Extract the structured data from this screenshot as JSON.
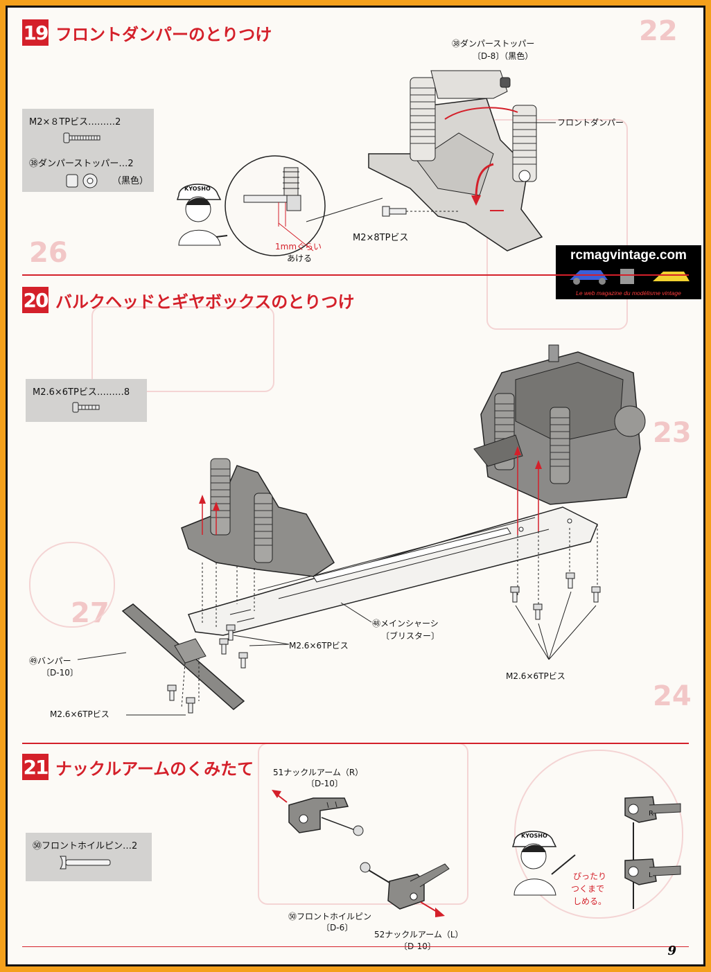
{
  "steps": [
    {
      "number": "19",
      "title": "フロントダンパーのとりつけ"
    },
    {
      "number": "20",
      "title": "バルクヘッドとギヤボックスのとりつけ"
    },
    {
      "number": "21",
      "title": "ナックルアームのくみたて"
    }
  ],
  "parts": {
    "step19": [
      {
        "text": "M2×８TPビス………2"
      },
      {
        "text": "㊳ダンパーストッパー…2",
        "note": "（黒色）"
      }
    ],
    "step20": [
      {
        "text": "M2.6×6TPビス………8"
      }
    ],
    "step21": [
      {
        "text": "㊿フロントホイルピン…2"
      }
    ]
  },
  "labels": {
    "step19": {
      "stopper": "㊳ダンパーストッパー",
      "stopper_ref": "〔D-8〕（黒色）",
      "front_damper": "フロントダンパー",
      "screw": "M2×8TPビス",
      "gap1": "1mmぐらい",
      "gap2": "あける"
    },
    "step20": {
      "main_chassis": "㊽メインシャーシ",
      "main_chassis_ref": "〔ブリスター〕",
      "screw_center": "M2.6×6TPビス",
      "bumper": "㊾バンパー",
      "bumper_ref": "〔D-10〕",
      "screw_left": "M2.6×6TPビス",
      "screw_right": "M2.6×6TPビス"
    },
    "step21": {
      "knuckle_r": "51ナックルアーム（R）",
      "knuckle_r_ref": "〔D-10〕",
      "wheel_pin": "㊿フロントホイルピン",
      "wheel_pin_ref": "〔D-6〕",
      "knuckle_l": "52ナックルアーム（L）",
      "knuckle_l_ref": "〔D-10〕",
      "tip1": "ぴったり",
      "tip2": "つくまで",
      "tip3": "しめる。",
      "mark_r": "R",
      "mark_l": "L"
    }
  },
  "mascot_cap": "KYOSHO",
  "logo": {
    "title": "rcmagvintage.com",
    "subtitle": "Le web magazine du modélisme vintage"
  },
  "page_number": "9",
  "colors": {
    "accent": "#d4202a",
    "frame": "#f4a01c",
    "parts_box": "#d3d2d0"
  }
}
